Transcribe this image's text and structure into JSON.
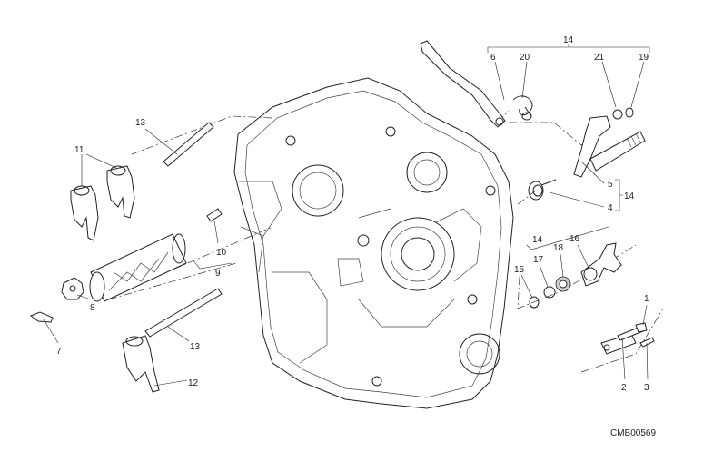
{
  "diagram": {
    "code": "CMB00569",
    "callouts": {
      "group_top": "14",
      "p6": "6",
      "p20": "20",
      "p21": "21",
      "p19": "19",
      "p13_top": "13",
      "p11": "11",
      "p5": "5",
      "p4": "4",
      "group_right": "14",
      "p10": "10",
      "p9": "9",
      "group_mid": "14",
      "p15": "15",
      "p17": "17",
      "p18": "18",
      "p16": "16",
      "p8": "8",
      "p7": "7",
      "p13_bottom": "13",
      "p12": "12",
      "p1": "1",
      "p2": "2",
      "p3": "3"
    }
  }
}
